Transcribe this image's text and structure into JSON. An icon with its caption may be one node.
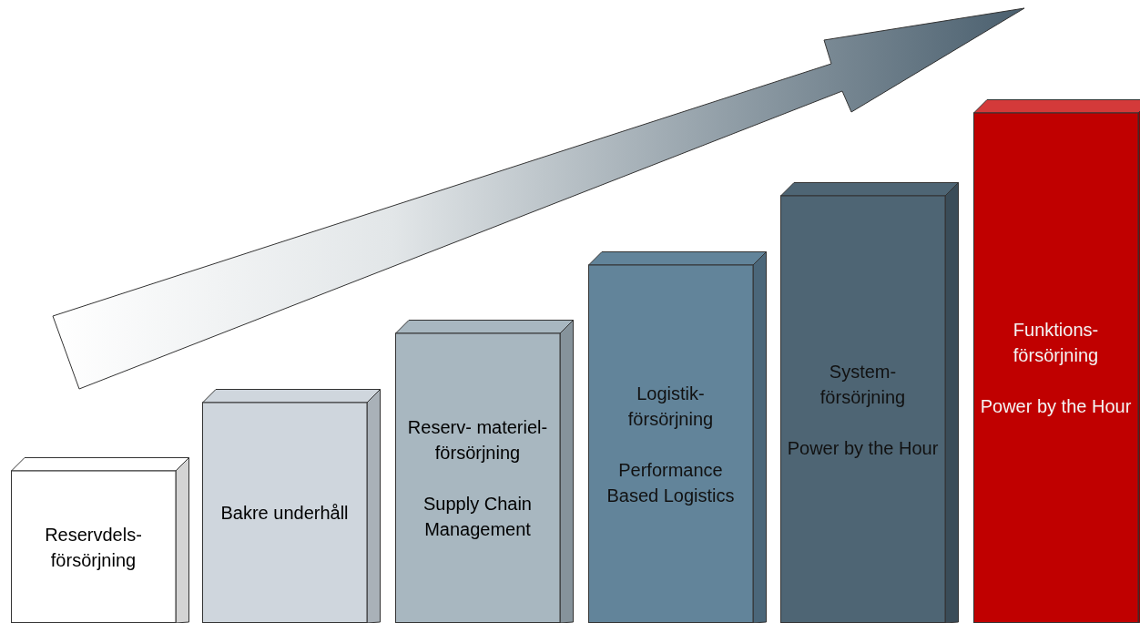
{
  "diagram": {
    "nodes": [
      {
        "text": [
          "Reservdels- försörjning"
        ]
      },
      {
        "text": [
          "Bakre underhåll"
        ]
      },
      {
        "text": [
          "Reserv- materiel- försörjning",
          "Supply Chain Management"
        ]
      },
      {
        "text": [
          "Logistik- försörjning",
          "Performance Based Logistics"
        ]
      },
      {
        "text": [
          "System- försörjning",
          "Power by the Hour"
        ]
      },
      {
        "text": [
          "Funktions- försörjning",
          "Power by the Hour"
        ]
      }
    ],
    "edges": []
  }
}
